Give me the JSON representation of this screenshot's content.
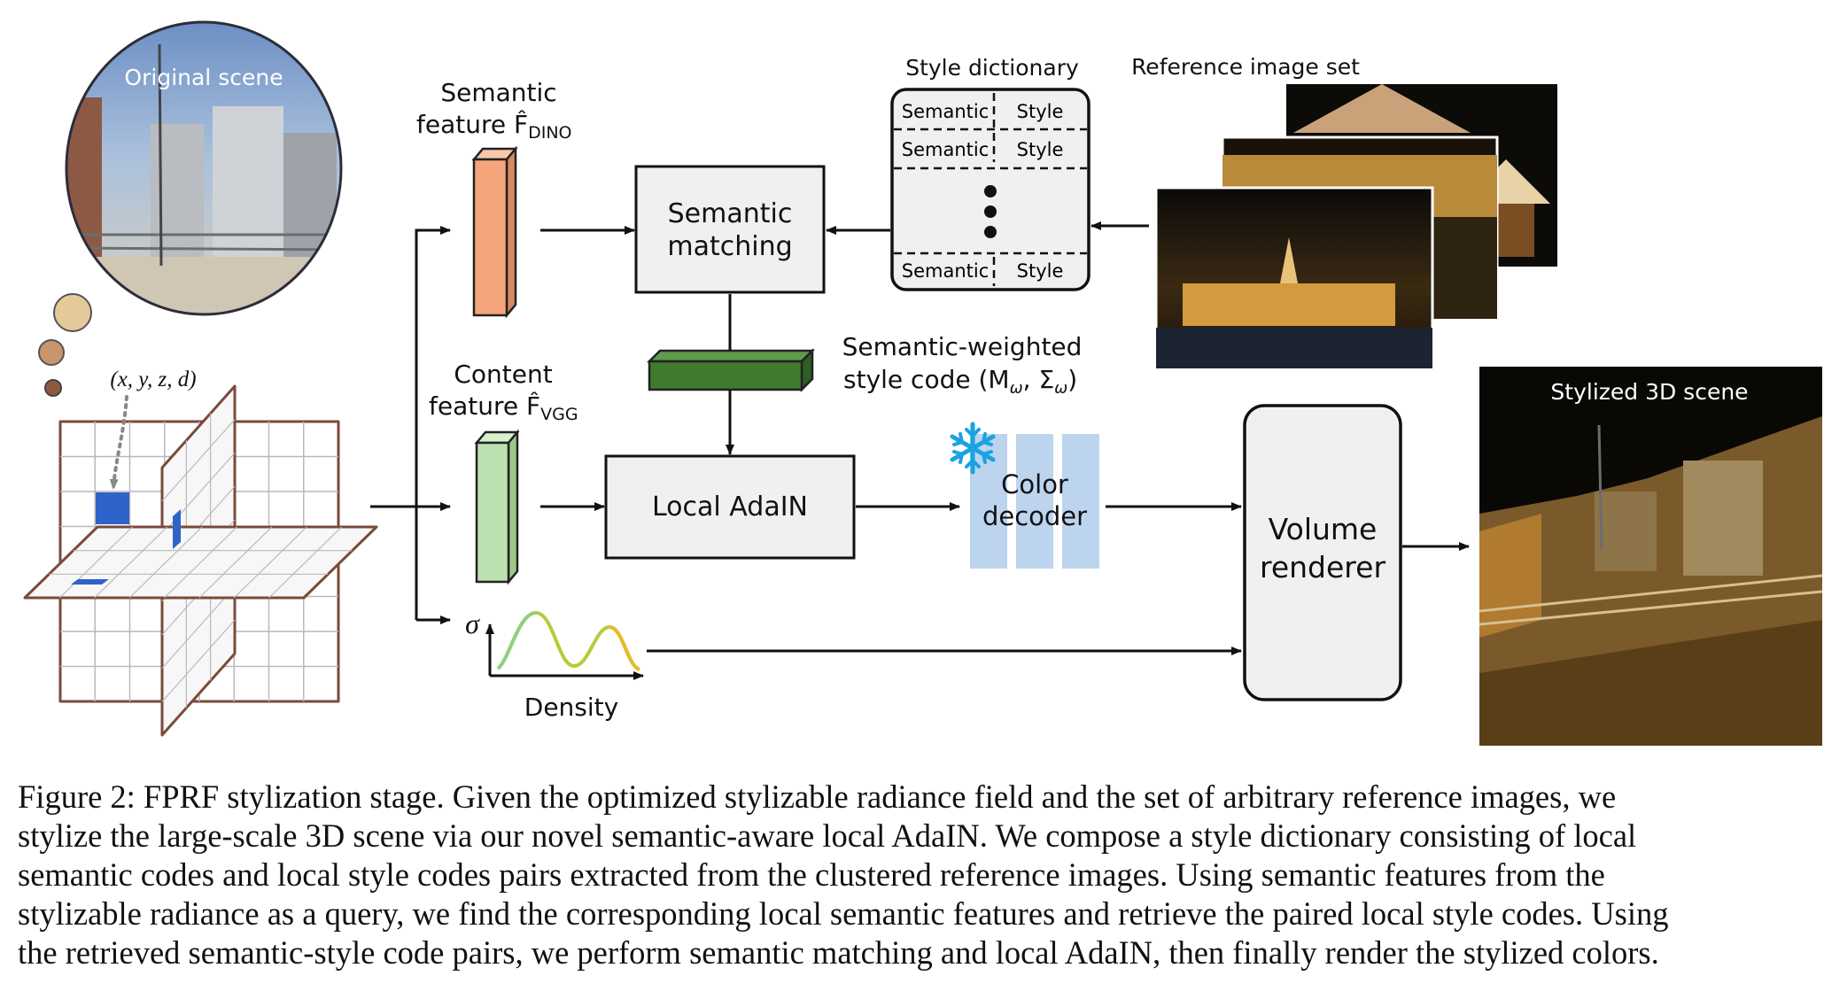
{
  "figure": {
    "original_scene_label": "Original scene",
    "coord_label": "(x, y, z, d)",
    "semantic_feature_label": [
      "Semantic",
      "feature F̂",
      "DINO"
    ],
    "content_feature_label": [
      "Content",
      "feature F̂",
      "VGG"
    ],
    "semantic_matching_label": [
      "Semantic",
      "matching"
    ],
    "style_dictionary": {
      "title": "Style dictionary",
      "rows": [
        {
          "semantic": "Semantic",
          "style": "Style"
        },
        {
          "semantic": "Semantic",
          "style": "Style"
        },
        {
          "semantic": "Semantic",
          "style": "Style"
        }
      ]
    },
    "reference_set_label": "Reference image set",
    "style_code_label": [
      "Semantic-weighted",
      "style code (M",
      "ω",
      ", Σ",
      "ω",
      ")"
    ],
    "local_adain_label": "Local AdaIN",
    "color_decoder_label": [
      "Color",
      "decoder"
    ],
    "frozen_icon": "snowflake-icon",
    "volume_renderer_label": [
      "Volume",
      "renderer"
    ],
    "stylized_scene_label": "Stylized 3D scene",
    "sigma_label": "σ",
    "density_label": "Density",
    "colors": {
      "semantic_feature": "#f4a57c",
      "content_feature": "#bde0b0",
      "style_code": "#3f7a2e",
      "decoder": "#bcd4ee",
      "box_fill": "#f0f0f0",
      "plane": "#7a4a3a",
      "voxel": "#2f63c9",
      "snowflake": "#19a3e0"
    }
  },
  "caption": [
    "Figure 2: FPRF stylization stage. Given the optimized stylizable radiance field and the set of arbitrary reference images, we",
    "stylize the large-scale 3D scene via our novel semantic-aware local AdaIN. We compose a style dictionary consisting of local",
    "semantic codes and local style codes pairs extracted from the clustered reference images. Using semantic features from the",
    "stylizable radiance as a query, we find the corresponding local semantic features and retrieve the paired local style codes. Using",
    "the retrieved semantic-style code pairs, we perform semantic matching and local AdaIN, then finally render the stylized colors."
  ]
}
